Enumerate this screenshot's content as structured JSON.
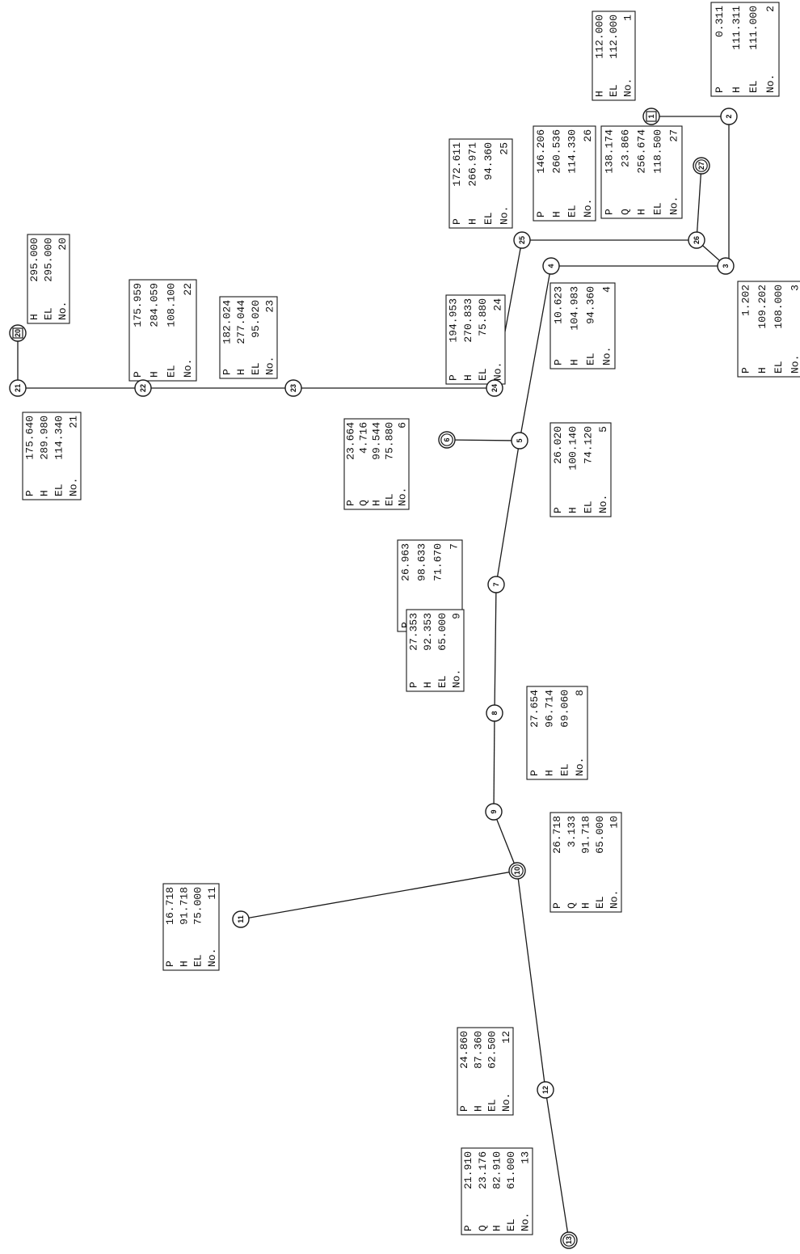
{
  "diagram": {
    "nodes": [
      {
        "id": "1",
        "kind": "reservoir",
        "attrs": [
          [
            "No.",
            "1"
          ],
          [
            "EL",
            "112.000"
          ],
          [
            "H",
            "112.000"
          ]
        ]
      },
      {
        "id": "2",
        "kind": "junction",
        "attrs": [
          [
            "No.",
            "2"
          ],
          [
            "EL",
            "111.000"
          ],
          [
            "H",
            "111.311"
          ],
          [
            "P",
            "0.311"
          ]
        ]
      },
      {
        "id": "3",
        "kind": "junction",
        "attrs": [
          [
            "No.",
            "3"
          ],
          [
            "EL",
            "108.000"
          ],
          [
            "H",
            "109.202"
          ],
          [
            "P",
            "1.202"
          ]
        ]
      },
      {
        "id": "4",
        "kind": "junction",
        "attrs": [
          [
            "No.",
            "4"
          ],
          [
            "EL",
            "94.360"
          ],
          [
            "H",
            "104.983"
          ],
          [
            "P",
            "10.623"
          ]
        ]
      },
      {
        "id": "5",
        "kind": "junction",
        "attrs": [
          [
            "No.",
            "5"
          ],
          [
            "EL",
            "74.120"
          ],
          [
            "H",
            "100.140"
          ],
          [
            "P",
            "26.020"
          ]
        ]
      },
      {
        "id": "6",
        "kind": "demand",
        "attrs": [
          [
            "No.",
            "6"
          ],
          [
            "EL",
            "75.880"
          ],
          [
            "H",
            "99.544"
          ],
          [
            "Q",
            "4.716"
          ],
          [
            "P",
            "23.664"
          ]
        ]
      },
      {
        "id": "7",
        "kind": "junction",
        "attrs": [
          [
            "No.",
            "7"
          ],
          [
            "EL",
            "71.670"
          ],
          [
            "H",
            "98.633"
          ],
          [
            "P",
            "26.963"
          ]
        ]
      },
      {
        "id": "8",
        "kind": "junction",
        "attrs": [
          [
            "No.",
            "8"
          ],
          [
            "EL",
            "69.060"
          ],
          [
            "H",
            "96.714"
          ],
          [
            "P",
            "27.654"
          ]
        ]
      },
      {
        "id": "9",
        "kind": "junction",
        "attrs": [
          [
            "No.",
            "9"
          ],
          [
            "EL",
            "65.000"
          ],
          [
            "H",
            "92.353"
          ],
          [
            "P",
            "27.353"
          ]
        ]
      },
      {
        "id": "10",
        "kind": "demand",
        "attrs": [
          [
            "No.",
            "10"
          ],
          [
            "EL",
            "65.000"
          ],
          [
            "H",
            "91.718"
          ],
          [
            "Q",
            "3.133"
          ],
          [
            "P",
            "26.718"
          ]
        ]
      },
      {
        "id": "11",
        "kind": "junction",
        "attrs": [
          [
            "No.",
            "11"
          ],
          [
            "EL",
            "75.000"
          ],
          [
            "H",
            "91.718"
          ],
          [
            "P",
            "16.718"
          ]
        ]
      },
      {
        "id": "12",
        "kind": "junction",
        "attrs": [
          [
            "No.",
            "12"
          ],
          [
            "EL",
            "62.500"
          ],
          [
            "H",
            "87.360"
          ],
          [
            "P",
            "24.860"
          ]
        ]
      },
      {
        "id": "13",
        "kind": "demand",
        "attrs": [
          [
            "No.",
            "13"
          ],
          [
            "EL",
            "61.000"
          ],
          [
            "H",
            "82.910"
          ],
          [
            "Q",
            "23.176"
          ],
          [
            "P",
            "21.910"
          ]
        ]
      },
      {
        "id": "20",
        "kind": "reservoir",
        "attrs": [
          [
            "No.",
            "20"
          ],
          [
            "EL",
            "295.000"
          ],
          [
            "H",
            "295.000"
          ]
        ]
      },
      {
        "id": "21",
        "kind": "junction",
        "attrs": [
          [
            "No.",
            "21"
          ],
          [
            "EL",
            "114.340"
          ],
          [
            "H",
            "289.980"
          ],
          [
            "P",
            "175.640"
          ]
        ]
      },
      {
        "id": "22",
        "kind": "junction",
        "attrs": [
          [
            "No.",
            "22"
          ],
          [
            "EL",
            "108.100"
          ],
          [
            "H",
            "284.059"
          ],
          [
            "P",
            "175.959"
          ]
        ]
      },
      {
        "id": "23",
        "kind": "junction",
        "attrs": [
          [
            "No.",
            "23"
          ],
          [
            "EL",
            "95.020"
          ],
          [
            "H",
            "277.044"
          ],
          [
            "P",
            "182.024"
          ]
        ]
      },
      {
        "id": "24",
        "kind": "junction",
        "attrs": [
          [
            "No.",
            "24"
          ],
          [
            "EL",
            "75.880"
          ],
          [
            "H",
            "270.833"
          ],
          [
            "P",
            "194.953"
          ]
        ]
      },
      {
        "id": "25",
        "kind": "junction",
        "attrs": [
          [
            "No.",
            "25"
          ],
          [
            "EL",
            "94.360"
          ],
          [
            "H",
            "266.971"
          ],
          [
            "P",
            "172.611"
          ]
        ]
      },
      {
        "id": "26",
        "kind": "junction",
        "attrs": [
          [
            "No.",
            "26"
          ],
          [
            "EL",
            "114.330"
          ],
          [
            "H",
            "260.536"
          ],
          [
            "P",
            "146.206"
          ]
        ]
      },
      {
        "id": "27",
        "kind": "demand",
        "attrs": [
          [
            "No.",
            "27"
          ],
          [
            "EL",
            "118.500"
          ],
          [
            "H",
            "256.674"
          ],
          [
            "Q",
            "23.866"
          ],
          [
            "P",
            "138.174"
          ]
        ]
      }
    ],
    "edges": [
      [
        "1",
        "2"
      ],
      [
        "2",
        "3"
      ],
      [
        "3",
        "4"
      ],
      [
        "3",
        "26"
      ],
      [
        "26",
        "27"
      ],
      [
        "26",
        "25"
      ],
      [
        "4",
        "5"
      ],
      [
        "5",
        "6"
      ],
      [
        "5",
        "7"
      ],
      [
        "7",
        "8"
      ],
      [
        "8",
        "9"
      ],
      [
        "9",
        "10"
      ],
      [
        "10",
        "11"
      ],
      [
        "10",
        "12"
      ],
      [
        "12",
        "13"
      ],
      [
        "25",
        "24"
      ],
      [
        "24",
        "23"
      ],
      [
        "23",
        "22"
      ],
      [
        "22",
        "21"
      ],
      [
        "21",
        "20"
      ]
    ]
  }
}
